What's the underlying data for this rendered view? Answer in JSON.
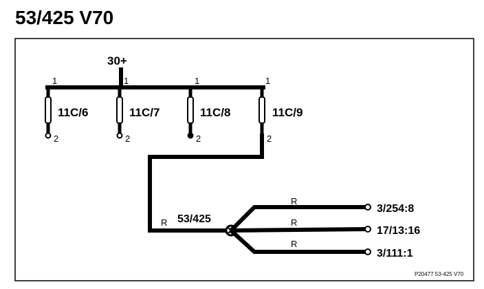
{
  "title": "53/425 V70",
  "supply_label": "30+",
  "fuses": [
    {
      "id": "11C/6",
      "pin_top": "1",
      "pin_bottom": "2"
    },
    {
      "id": "11C/7",
      "pin_top": "1",
      "pin_bottom": "2"
    },
    {
      "id": "11C/8",
      "pin_top": "1",
      "pin_bottom": "2"
    },
    {
      "id": "11C/9",
      "pin_top": "1",
      "pin_bottom": "2"
    }
  ],
  "connector_label": "53/425",
  "input_wire_color": "R",
  "outputs": [
    {
      "wire_color": "R",
      "destination": "3/254:8"
    },
    {
      "wire_color": "R",
      "destination": "17/13:16"
    },
    {
      "wire_color": "R",
      "destination": "3/111:1"
    }
  ],
  "reference": "P20477  53-425  V70",
  "colors": {
    "line": "#000000",
    "background": "#ffffff"
  }
}
